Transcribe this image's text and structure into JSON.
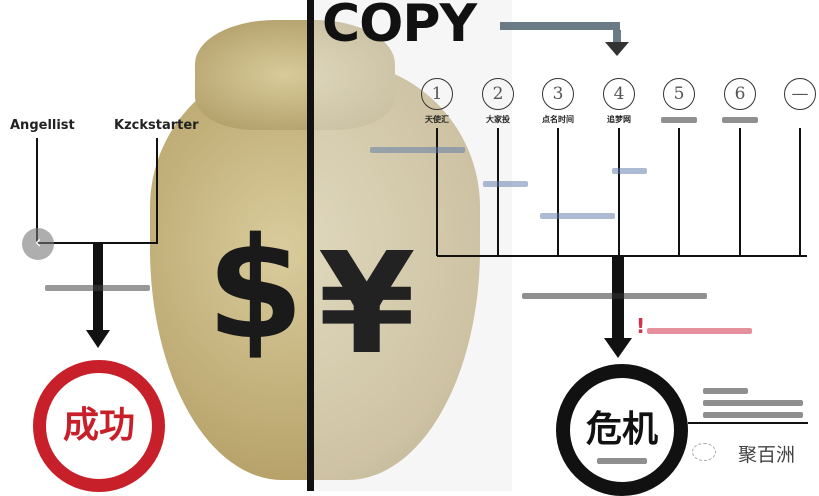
{
  "title": "COPY",
  "left": {
    "platforms": [
      "Angellist",
      "Kzckstarter"
    ],
    "result": "成功"
  },
  "right": {
    "steps": [
      {
        "number": "1",
        "label": "天使汇"
      },
      {
        "number": "2",
        "label": "大家投"
      },
      {
        "number": "3",
        "label": "点名时间"
      },
      {
        "number": "4",
        "label": "追梦网"
      },
      {
        "number": "5",
        "label": ""
      },
      {
        "number": "6",
        "label": ""
      },
      {
        "number": "—",
        "label": ""
      }
    ],
    "result": "危机",
    "warning_mark": "!"
  },
  "symbols": {
    "dollar": "$",
    "yen": "¥"
  },
  "watermark": "聚百洲",
  "colors": {
    "success_ring": "#c8202a",
    "crisis_ring": "#111111",
    "bag": "#c9b98a",
    "warning": "#d0344a"
  },
  "nav": {
    "prev_icon": "chevron-left-icon"
  }
}
